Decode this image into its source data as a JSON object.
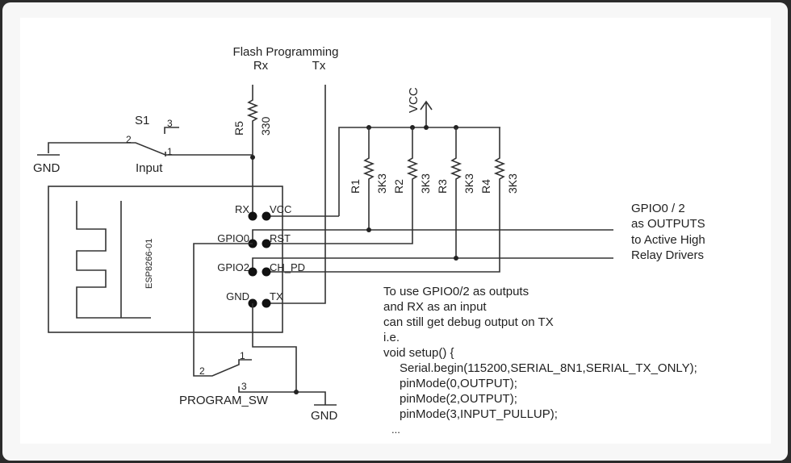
{
  "header": {
    "title": "Flash Programming",
    "rx_label": "Rx",
    "tx_label": "Tx"
  },
  "switch_s1": {
    "ref": "S1",
    "name": "Input",
    "pins": [
      "1",
      "2",
      "3"
    ]
  },
  "switch_program": {
    "name": "PROGRAM_SW",
    "pins": [
      "1",
      "2",
      "3"
    ]
  },
  "grounds": [
    "GND",
    "GND"
  ],
  "vcc_label": "VCC",
  "resistors": [
    {
      "ref": "R5",
      "value": "330"
    },
    {
      "ref": "R1",
      "value": "3K3"
    },
    {
      "ref": "R2",
      "value": "3K3"
    },
    {
      "ref": "R3",
      "value": "3K3"
    },
    {
      "ref": "R4",
      "value": "3K3"
    }
  ],
  "module": {
    "name": "ESP8266-01",
    "pins_left": [
      "RX",
      "GPIO0",
      "GPIO2",
      "GND"
    ],
    "pins_right": [
      "VCC",
      "RST",
      "CH_PD",
      "TX"
    ]
  },
  "output_note": [
    "GPIO0 / 2",
    "as OUTPUTS",
    "to Active High",
    "Relay Drivers"
  ],
  "code_note": {
    "lines": [
      "To use GPIO0/2 as outputs",
      "and RX as an input",
      "can still get debug output on TX",
      "i.e.",
      "void setup() {"
    ],
    "code_lines": [
      "Serial.begin(115200,SERIAL_8N1,SERIAL_TX_ONLY);",
      "pinMode(0,OUTPUT);",
      "pinMode(2,OUTPUT);",
      "pinMode(3,INPUT_PULLUP);"
    ],
    "ellipsis": "..."
  }
}
